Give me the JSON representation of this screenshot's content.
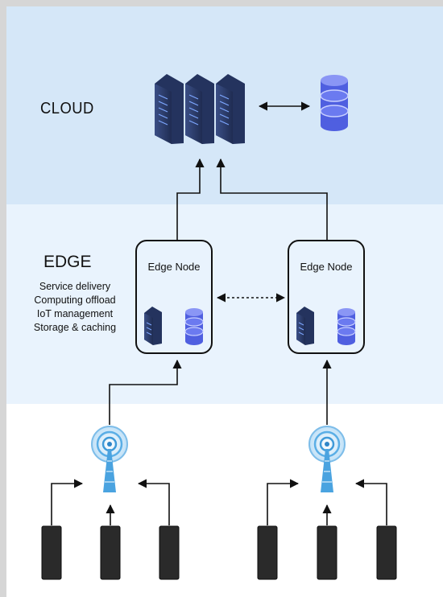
{
  "tiers": {
    "cloud": {
      "label": "CLOUD"
    },
    "edge": {
      "label": "EDGE",
      "functions": [
        "Service delivery",
        "Computing offload",
        "IoT management",
        "Storage & caching"
      ]
    }
  },
  "edge_nodes": [
    {
      "title": "Edge Node"
    },
    {
      "title": "Edge Node"
    }
  ],
  "colors": {
    "cloud_band": "#d5e7f8",
    "edge_band": "#e9f3fd",
    "server": "#2f3f6e",
    "database": "#5566e0",
    "device": "#2a2a2a",
    "tower": "#4aa3e0"
  },
  "icons": [
    "server-rack-icon",
    "database-icon",
    "cell-tower-icon",
    "mobile-device-icon"
  ]
}
